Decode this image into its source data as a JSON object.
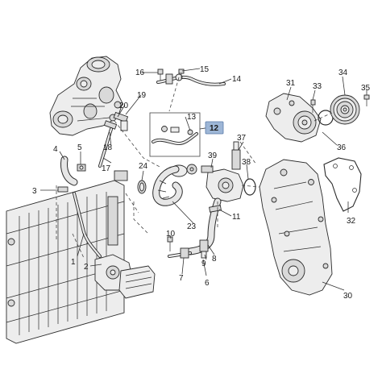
{
  "callouts": {
    "c1": "1",
    "c2": "2",
    "c3": "3",
    "c4": "4",
    "c5": "5",
    "c6": "6",
    "c7": "7",
    "c8": "8",
    "c9": "9",
    "c10": "10",
    "c11": "11",
    "c12": "12",
    "c13": "13",
    "c14": "14",
    "c15": "15",
    "c16": "16",
    "c17": "17",
    "c18": "18",
    "c19": "19",
    "c20": "20",
    "c23": "23",
    "c24": "24",
    "c30": "30",
    "c31": "31",
    "c32": "32",
    "c33": "33",
    "c34": "34",
    "c35": "35",
    "c36": "36",
    "c37": "37",
    "c38": "38",
    "c39": "39"
  },
  "highlight_color": "#9db6d6"
}
